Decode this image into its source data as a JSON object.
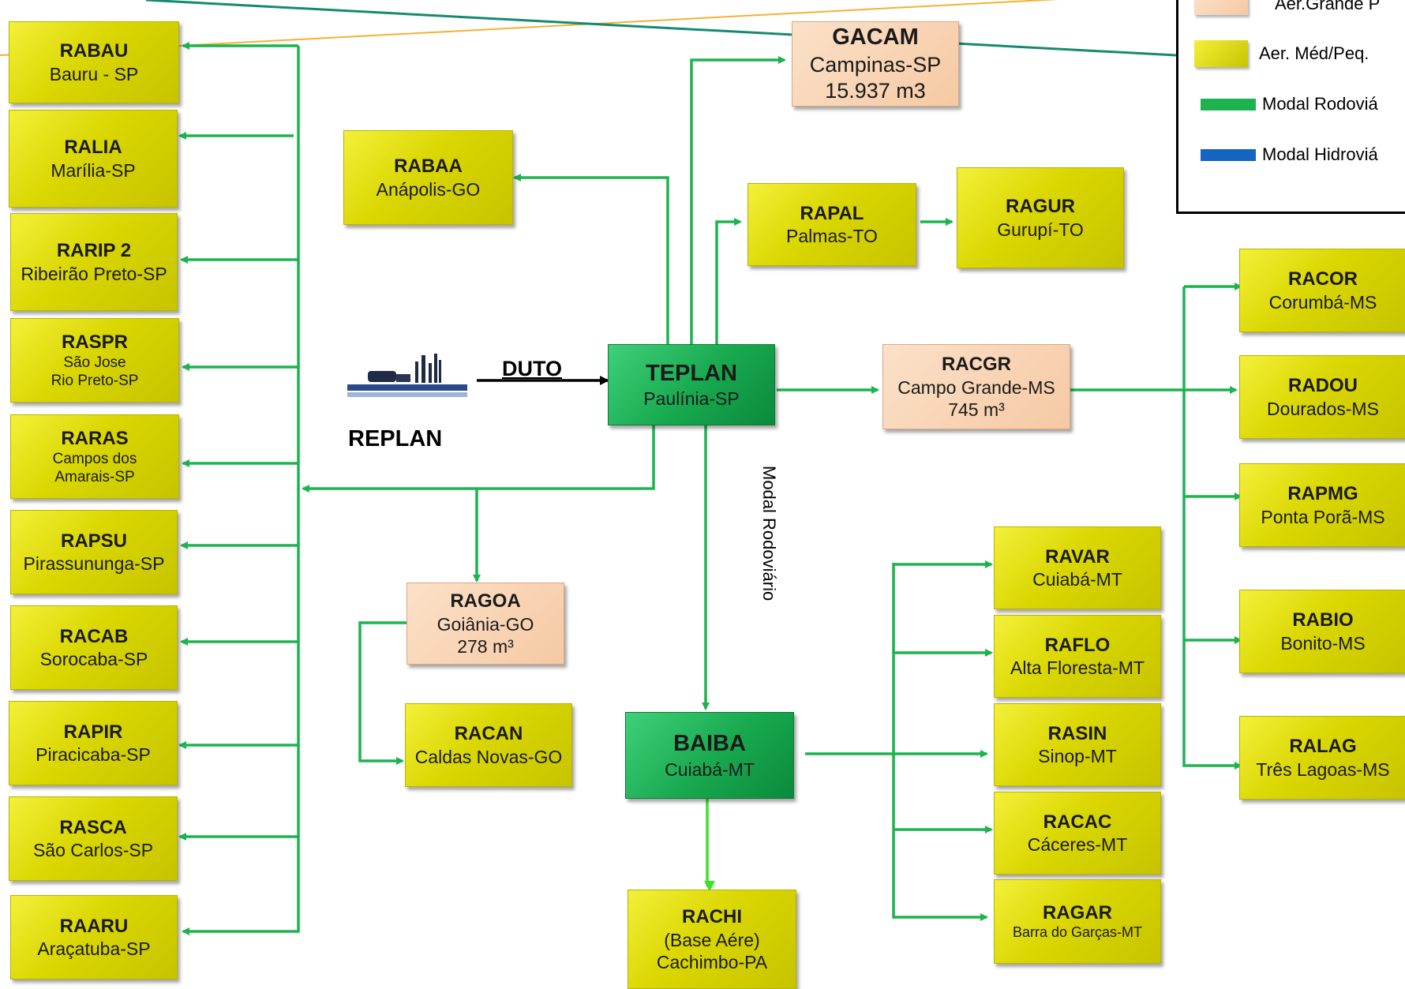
{
  "diagram": {
    "nodes": {
      "rabau": {
        "code": "RABAU",
        "city": "Bauru - SP"
      },
      "ralia": {
        "code": "RALIA",
        "city": "Marília-SP"
      },
      "rarip2": {
        "code": "RARIP 2",
        "city": "Ribeirão Preto-SP"
      },
      "raspr": {
        "code": "RASPR",
        "city_line1": "São Jose",
        "city_line2": "Rio Preto-SP"
      },
      "raras": {
        "code": "RARAS",
        "city_line1": "Campos dos",
        "city_line2": "Amarais-SP"
      },
      "rapsu": {
        "code": "RAPSU",
        "city": "Pirassununga-SP"
      },
      "racab": {
        "code": "RACAB",
        "city": "Sorocaba-SP"
      },
      "rapir": {
        "code": "RAPIR",
        "city": "Piracicaba-SP"
      },
      "rasca": {
        "code": "RASCA",
        "city": "São Carlos-SP"
      },
      "raaru": {
        "code": "RAARU",
        "city": "Araçatuba-SP"
      },
      "rabaa": {
        "code": "RABAA",
        "city": "Anápolis-GO"
      },
      "gacam": {
        "code": "GACAM",
        "city": "Campinas-SP",
        "volume": "15.937 m3"
      },
      "rapal": {
        "code": "RAPAL",
        "city": "Palmas-TO"
      },
      "ragur": {
        "code": "RAGUR",
        "city": "Gurupí-TO"
      },
      "teplan": {
        "code": "TEPLAN",
        "city": "Paulínia-SP"
      },
      "racgr": {
        "code": "RACGR",
        "city": "Campo Grande-MS",
        "volume": "745 m³"
      },
      "ragoa": {
        "code": "RAGOA",
        "city": "Goiânia-GO",
        "volume": "278 m³"
      },
      "racan": {
        "code": "RACAN",
        "city": "Caldas Novas-GO"
      },
      "baiba": {
        "code": "BAIBA",
        "city": "Cuiabá-MT"
      },
      "rachi": {
        "code": "RACHI",
        "city_line1": "(Base Aére)",
        "city_line2": "Cachimbo-PA"
      },
      "ravar": {
        "code": "RAVAR",
        "city": "Cuiabá-MT"
      },
      "raflo": {
        "code": "RAFLO",
        "city": "Alta Floresta-MT"
      },
      "rasin": {
        "code": "RASIN",
        "city": "Sinop-MT"
      },
      "racac": {
        "code": "RACAC",
        "city": "Cáceres-MT"
      },
      "ragar": {
        "code": "RAGAR",
        "city": "Barra do Garças-MT"
      },
      "racor": {
        "code": "RACOR",
        "city": "Corumbá-MS"
      },
      "radou": {
        "code": "RADOU",
        "city": "Dourados-MS"
      },
      "rapmg": {
        "code": "RAPMG",
        "city": "Ponta Porã-MS"
      },
      "rabio": {
        "code": "RABIO",
        "city": "Bonito-MS"
      },
      "ralag": {
        "code": "RALAG",
        "city": "Três Lagoas-MS"
      }
    },
    "labels": {
      "duto": "DUTO",
      "replan": "REPLAN",
      "modal_rodoviario": "Modal Rodoviário"
    },
    "legend": {
      "grande_label": "Aer.Grande P",
      "med_peq_label": "Aer. Méd/Peq.",
      "rodoviario_label": "Modal Rodoviá",
      "hidroviario_label": "Modal Hidroviá"
    },
    "colors": {
      "road_green": "#1db34f",
      "hidro_blue": "#1464c0",
      "yellow": "#d9d600",
      "peach": "#f6c9a3",
      "hub_green": "#17a84e",
      "orange_line": "#f2b233",
      "teal_line": "#158a6e"
    }
  }
}
